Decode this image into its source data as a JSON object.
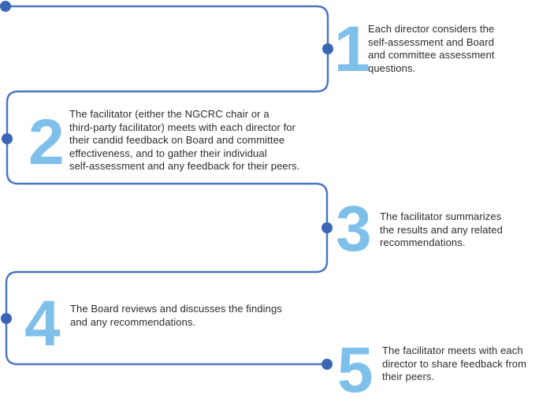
{
  "colors": {
    "background": "#ffffff",
    "connector_line": "#4a74c4",
    "connector_dot": "#3a66b5",
    "step_number": "#7ec0ea",
    "step_text": "#2b2b2b"
  },
  "steps": [
    {
      "number": "1",
      "text": "Each director considers the\nself-assessment and Board\nand committee assessment\nquestions."
    },
    {
      "number": "2",
      "text": "The facilitator (either the NGCRC chair or a\nthird-party facilitator) meets with each director for\ntheir candid feedback on Board and committee\neffectiveness, and to gather their individual\nself-assessment and any feedback for their peers."
    },
    {
      "number": "3",
      "text": "The facilitator summarizes\nthe results and any related\nrecommendations."
    },
    {
      "number": "4",
      "text": "The Board reviews and discusses the findings\nand any recommendations."
    },
    {
      "number": "5",
      "text": "The facilitator meets with each\ndirector to share feedback from\ntheir peers."
    }
  ]
}
